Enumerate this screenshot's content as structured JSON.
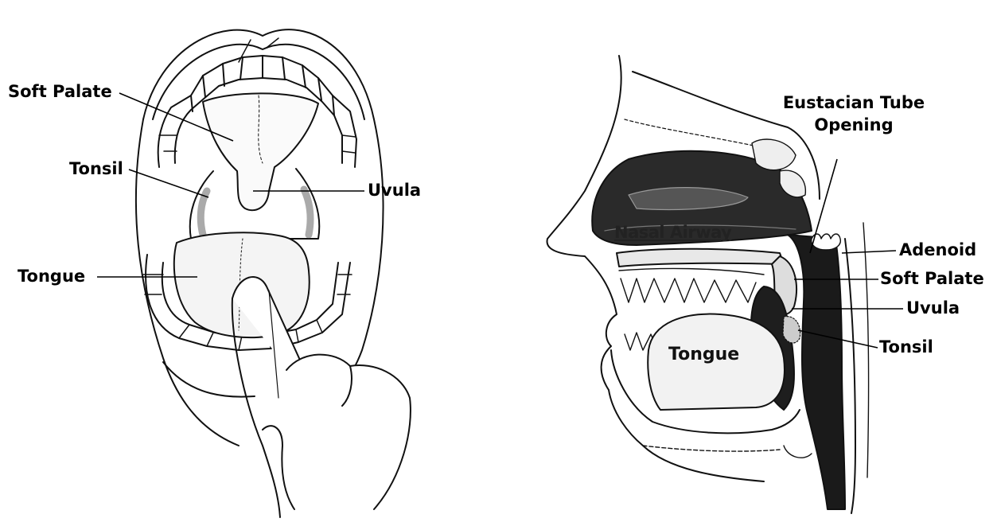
{
  "front_view": {
    "labels": {
      "soft_palate": "Soft Palate",
      "tonsil": "Tonsil",
      "uvula": "Uvula",
      "tongue": "Tongue"
    }
  },
  "side_view": {
    "labels": {
      "eustachian_tube_line1": "Eustacian Tube",
      "eustachian_tube_line2": "Opening",
      "nasal_airway": "Nasal Airway",
      "adenoid": "Adenoid",
      "soft_palate": "Soft Palate",
      "uvula": "Uvula",
      "tongue": "Tongue",
      "tonsil": "Tonsil"
    }
  }
}
